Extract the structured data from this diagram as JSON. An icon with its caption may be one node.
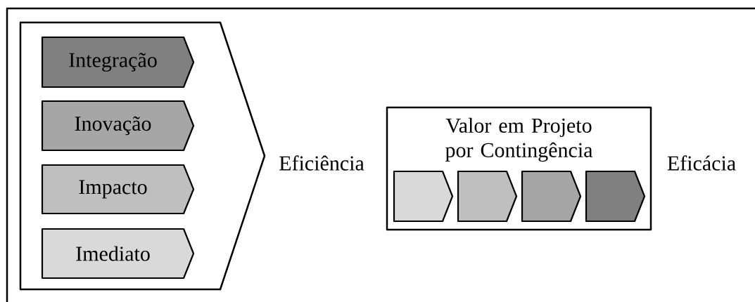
{
  "diagram": {
    "nodes": [
      {
        "text": [],
        "shape": "pentagon"
      },
      {
        "text": [
          "Integração"
        ],
        "in": 0
      },
      {
        "text": [
          "Inovação"
        ],
        "in": 0
      },
      {
        "text": [
          "Impacto"
        ],
        "in": 0
      },
      {
        "text": [
          "Imediato"
        ],
        "in": 0
      },
      {
        "text": [
          "Valor em Projeto por Contingência"
        ]
      },
      {
        "text": [],
        "shape": "pentagon",
        "in": 5
      },
      {
        "text": [],
        "shape": "pentagon",
        "in": 5
      },
      {
        "text": [],
        "shape": "pentagon",
        "in": 5
      },
      {
        "text": [],
        "shape": "pentagon",
        "in": 5
      }
    ],
    "labels": [
      "Eficiência",
      "Eficácia"
    ]
  }
}
